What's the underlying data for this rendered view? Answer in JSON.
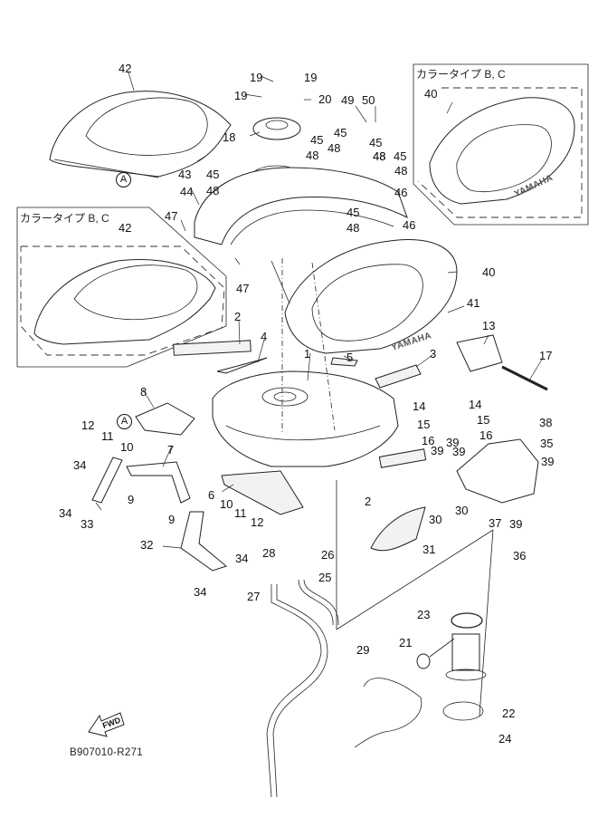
{
  "diagram": {
    "title_code": "B907010-R271",
    "direction_indicator": "FWD",
    "color_variant_boxes": [
      {
        "id": "box-top-right",
        "title": "カラータイプ B, C",
        "part": "40"
      },
      {
        "id": "box-left",
        "title": "カラータイプ B, C",
        "part": "42"
      }
    ],
    "reference_marker": "A",
    "callouts": [
      {
        "id": "c1",
        "text": "1"
      },
      {
        "id": "c2a",
        "text": "2"
      },
      {
        "id": "c2b",
        "text": "2"
      },
      {
        "id": "c3",
        "text": "3"
      },
      {
        "id": "c4",
        "text": "4"
      },
      {
        "id": "c5",
        "text": "5"
      },
      {
        "id": "c6",
        "text": "6"
      },
      {
        "id": "c7",
        "text": "7"
      },
      {
        "id": "c8",
        "text": "8"
      },
      {
        "id": "c9a",
        "text": "9"
      },
      {
        "id": "c9b",
        "text": "9"
      },
      {
        "id": "c10a",
        "text": "10"
      },
      {
        "id": "c10b",
        "text": "10"
      },
      {
        "id": "c11a",
        "text": "11"
      },
      {
        "id": "c11b",
        "text": "11"
      },
      {
        "id": "c12a",
        "text": "12"
      },
      {
        "id": "c12b",
        "text": "12"
      },
      {
        "id": "c13",
        "text": "13"
      },
      {
        "id": "c14a",
        "text": "14"
      },
      {
        "id": "c14b",
        "text": "14"
      },
      {
        "id": "c15a",
        "text": "15"
      },
      {
        "id": "c15b",
        "text": "15"
      },
      {
        "id": "c16a",
        "text": "16"
      },
      {
        "id": "c16b",
        "text": "16"
      },
      {
        "id": "c17",
        "text": "17"
      },
      {
        "id": "c18",
        "text": "18"
      },
      {
        "id": "c19a",
        "text": "19"
      },
      {
        "id": "c19b",
        "text": "19"
      },
      {
        "id": "c19c",
        "text": "19"
      },
      {
        "id": "c20",
        "text": "20"
      },
      {
        "id": "c21",
        "text": "21"
      },
      {
        "id": "c22",
        "text": "22"
      },
      {
        "id": "c23",
        "text": "23"
      },
      {
        "id": "c24",
        "text": "24"
      },
      {
        "id": "c25",
        "text": "25"
      },
      {
        "id": "c26",
        "text": "26"
      },
      {
        "id": "c27",
        "text": "27"
      },
      {
        "id": "c28",
        "text": "28"
      },
      {
        "id": "c29",
        "text": "29"
      },
      {
        "id": "c30a",
        "text": "30"
      },
      {
        "id": "c30b",
        "text": "30"
      },
      {
        "id": "c31",
        "text": "31"
      },
      {
        "id": "c32",
        "text": "32"
      },
      {
        "id": "c33",
        "text": "33"
      },
      {
        "id": "c34a",
        "text": "34"
      },
      {
        "id": "c34b",
        "text": "34"
      },
      {
        "id": "c34c",
        "text": "34"
      },
      {
        "id": "c34d",
        "text": "34"
      },
      {
        "id": "c35",
        "text": "35"
      },
      {
        "id": "c36",
        "text": "36"
      },
      {
        "id": "c37",
        "text": "37"
      },
      {
        "id": "c38",
        "text": "38"
      },
      {
        "id": "c39a",
        "text": "39"
      },
      {
        "id": "c39b",
        "text": "39"
      },
      {
        "id": "c39c",
        "text": "39"
      },
      {
        "id": "c39d",
        "text": "39"
      },
      {
        "id": "c39e",
        "text": "39"
      },
      {
        "id": "c40a",
        "text": "40"
      },
      {
        "id": "c40b",
        "text": "40"
      },
      {
        "id": "c41",
        "text": "41"
      },
      {
        "id": "c42a",
        "text": "42"
      },
      {
        "id": "c42b",
        "text": "42"
      },
      {
        "id": "c43",
        "text": "43"
      },
      {
        "id": "c44",
        "text": "44"
      },
      {
        "id": "c45a",
        "text": "45"
      },
      {
        "id": "c45b",
        "text": "45"
      },
      {
        "id": "c45c",
        "text": "45"
      },
      {
        "id": "c45d",
        "text": "45"
      },
      {
        "id": "c45e",
        "text": "45"
      },
      {
        "id": "c45f",
        "text": "45"
      },
      {
        "id": "c46a",
        "text": "46"
      },
      {
        "id": "c46b",
        "text": "46"
      },
      {
        "id": "c47a",
        "text": "47"
      },
      {
        "id": "c47b",
        "text": "47"
      },
      {
        "id": "c48a",
        "text": "48"
      },
      {
        "id": "c48b",
        "text": "48"
      },
      {
        "id": "c48c",
        "text": "48"
      },
      {
        "id": "c48d",
        "text": "48"
      },
      {
        "id": "c48e",
        "text": "48"
      },
      {
        "id": "c48f",
        "text": "48"
      },
      {
        "id": "c48g",
        "text": "48"
      },
      {
        "id": "c49",
        "text": "49"
      },
      {
        "id": "c50",
        "text": "50"
      }
    ],
    "decal_text": [
      "YAMAHA",
      "YAMAHA"
    ]
  }
}
